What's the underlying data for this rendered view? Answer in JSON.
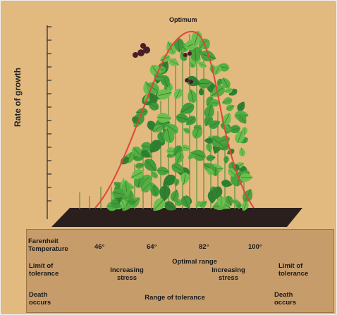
{
  "title": "Optimum",
  "y_axis_label": "Rate of growth",
  "x_axis_label_line1": "Farenheit",
  "x_axis_label_line2": "Temperature",
  "temperature_ticks": [
    "46°",
    "64°",
    "82°",
    "100°"
  ],
  "optimal_range": "Optimal range",
  "increasing_stress": "Increasing stress",
  "range_of_tolerance": "Range of tolerance",
  "limit_of_tolerance": "Limit of tolerance",
  "death_occurs": "Death occurs",
  "colors": {
    "background": "#e2b97f",
    "panel": "#c69c6b",
    "curve": "#e0453a",
    "arrow": "#b5362c",
    "leaf": "#3f9b3a",
    "soil": "#2a1f1d"
  }
}
